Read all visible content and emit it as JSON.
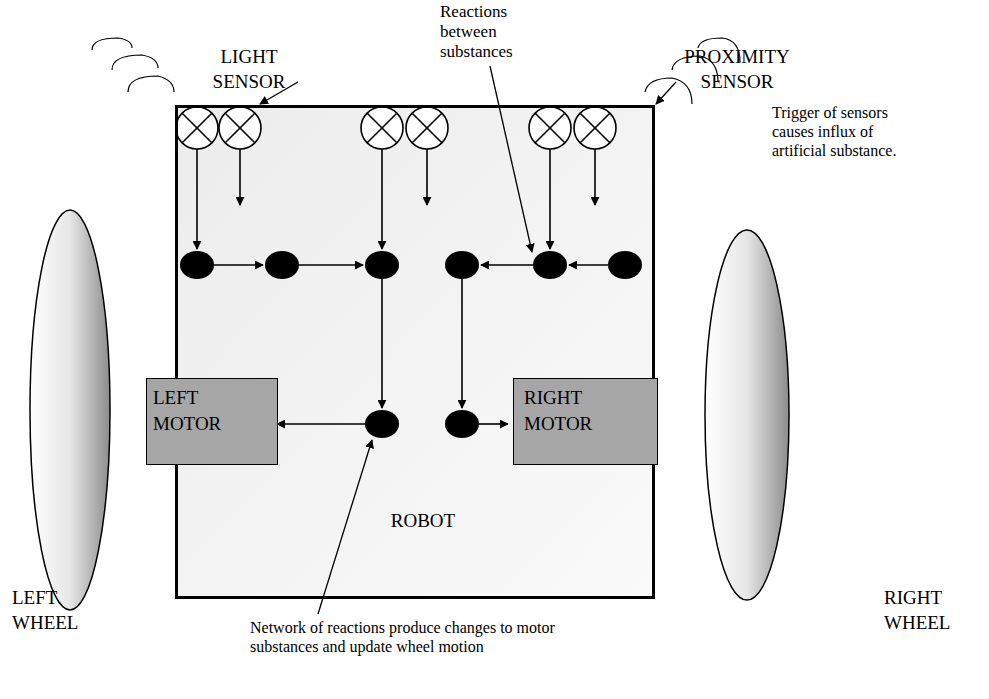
{
  "diagram": {
    "nodes": [
      {
        "text": [
          "ROBOT"
        ]
      },
      {
        "text": [
          "LEFT MOTOR"
        ],
        "in": 0
      },
      {
        "text": [
          "RIGHT MOTOR"
        ],
        "in": 0
      }
    ],
    "labels": [
      "LIGHT SENSOR",
      "Reactions between substances",
      "PROXIMITY SENSOR",
      "Trigger of sensors causes influx of artificial substance.",
      "LEFT WHEEL",
      "RIGHT WHEEL",
      "Network of reactions produce changes to motor substances and update wheel motion"
    ]
  }
}
